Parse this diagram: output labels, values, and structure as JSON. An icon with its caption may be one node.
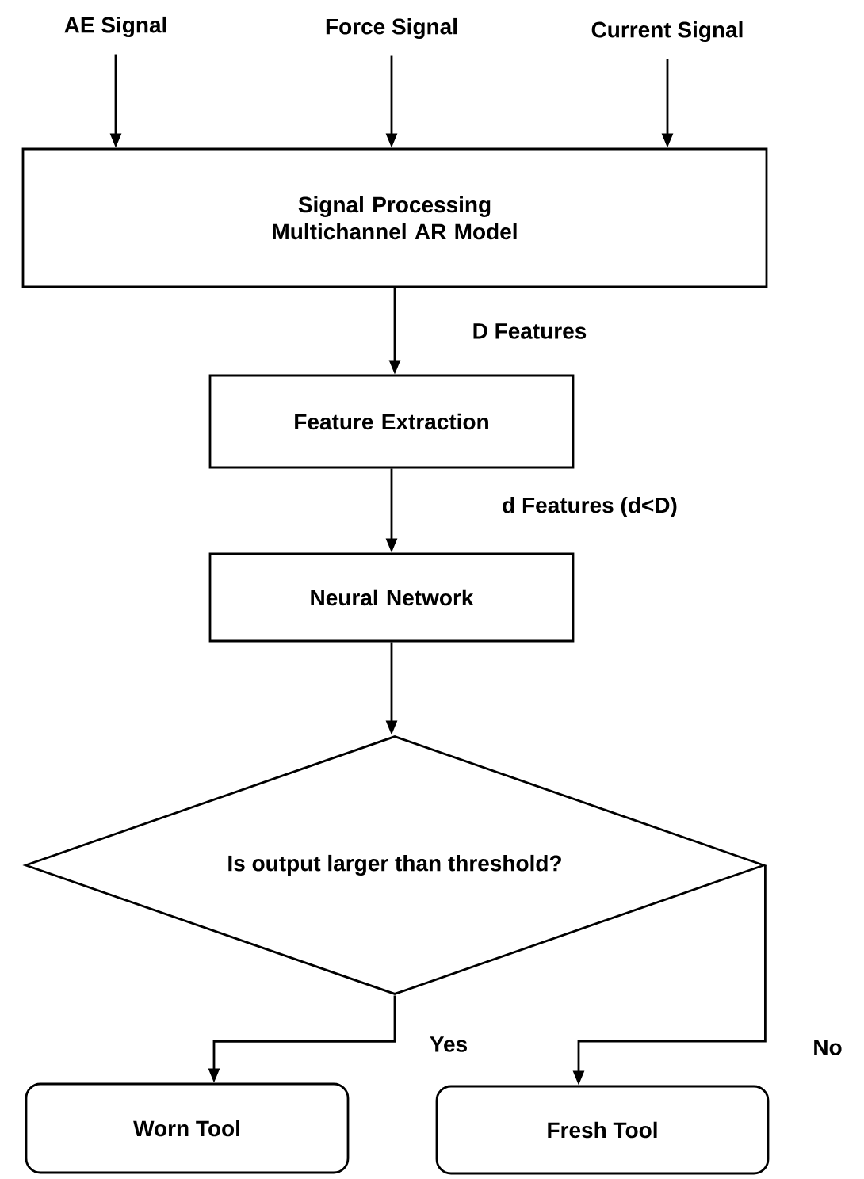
{
  "diagram": {
    "nodes": [
      {
        "text": [
          "AE Signal"
        ]
      },
      {
        "text": [
          "Force Signal"
        ]
      },
      {
        "text": [
          "Current Signal"
        ]
      },
      {
        "text": [
          "Signal Processing Multichannel AR Model"
        ]
      },
      {
        "text": [
          "Feature Extraction"
        ]
      },
      {
        "text": [
          "Neural Network"
        ]
      },
      {
        "text": [
          "Is output larger than threshold?"
        ]
      },
      {
        "text": [
          "Worn Tool"
        ]
      },
      {
        "text": [
          "Fresh Tool"
        ]
      }
    ],
    "edges": [
      {
        "from": 0,
        "to": 3,
        "arrow": "to"
      },
      {
        "from": 1,
        "to": 3,
        "arrow": "to"
      },
      {
        "from": 2,
        "to": 3,
        "arrow": "to"
      },
      {
        "from": 3,
        "to": 4,
        "arrow": "to",
        "label": "D Features"
      },
      {
        "from": 4,
        "to": 5,
        "arrow": "to",
        "label": "d Features (d<D)"
      },
      {
        "from": 5,
        "to": 6,
        "arrow": "to"
      },
      {
        "from": 6,
        "to": 7,
        "arrow": "to",
        "label": "Yes"
      },
      {
        "from": 6,
        "to": 8,
        "arrow": "to",
        "label": "No"
      }
    ]
  }
}
